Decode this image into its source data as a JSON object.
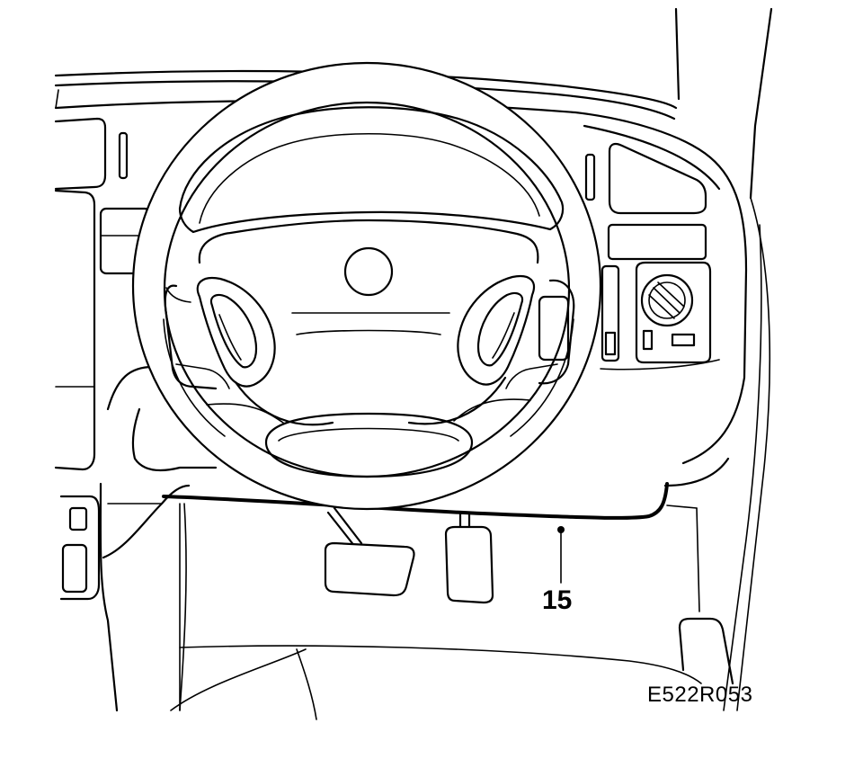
{
  "callouts": [
    {
      "id": "15",
      "label": "15"
    }
  ],
  "figure_id": "E522R053",
  "colors": {
    "line": "#000000",
    "background": "#ffffff"
  }
}
